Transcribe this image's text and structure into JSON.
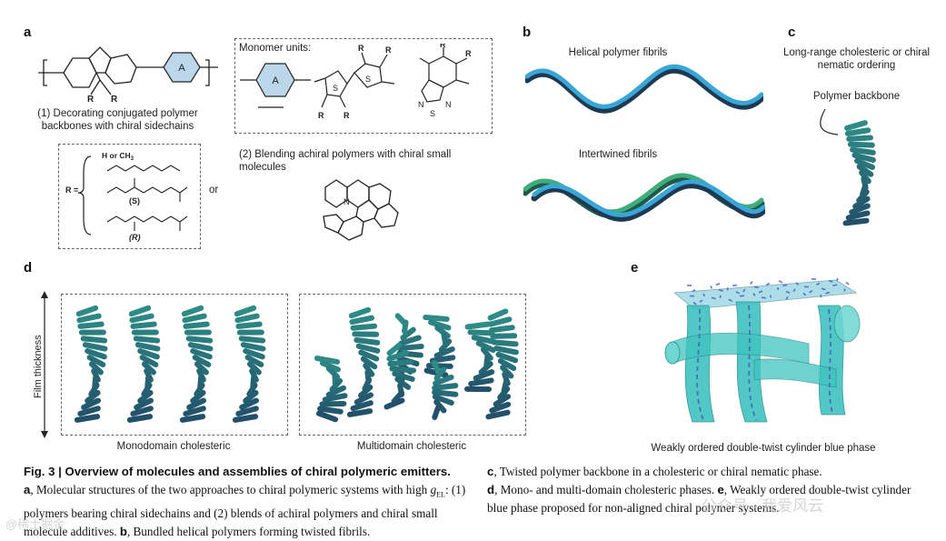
{
  "panels": {
    "a": {
      "letter": "a",
      "ring_label": "A",
      "r_left": "R",
      "r_right": "R",
      "label_1": "(1) Decorating conjugated polymer backbones with chiral sidechains",
      "monomer_title": "Monomer units:",
      "monomer_ring": "A",
      "r_sub": "R",
      "s_atom": "S",
      "n_atom": "N",
      "label_2": "(2) Blending achiral polymers with chiral small molecules",
      "r_equals": "R =",
      "h_or_ch3": "H or CH",
      "h_or_ch3_sub": "3",
      "s_label": "(S)",
      "r_label": "(R)",
      "or": "or"
    },
    "b": {
      "letter": "b",
      "title_1": "Helical polymer fibrils",
      "title_2": "Intertwined fibrils"
    },
    "c": {
      "letter": "c",
      "title": "Long-range cholesteric or chiral nematic ordering",
      "backbone": "Polymer backbone"
    },
    "d": {
      "letter": "d",
      "axis": "Film thickness",
      "mono": "Monodomain cholesteric",
      "multi": "Multidomain cholesteric"
    },
    "e": {
      "letter": "e",
      "label": "Weakly ordered double-twist cylinder blue phase"
    }
  },
  "caption": {
    "fig": "Fig. 3 | ",
    "title": "Overview of molecules and assemblies of chiral polymeric emitters.",
    "a_letter": "a",
    "a_text_1": ", Molecular structures of the two approaches to chiral polymeric systems with high ",
    "g": "g",
    "g_sub": "EL",
    "a_text_2": ": (1) polymers bearing chiral sidechains and (2) blends of achiral polymers and chiral small molecule additives. ",
    "b_letter": "b",
    "b_text": ", Bundled helical polymers forming twisted fibrils. ",
    "c_letter": "c",
    "c_text": ", Twisted polymer backbone in a cholesteric or chiral nematic phase. ",
    "d_letter": "d",
    "d_text": ", Mono- and multi-domain cholesteric phases. ",
    "e_letter": "e",
    "e_text": ", Weakly ordered double-twist cylinder blue phase proposed for non-aligned chiral polymer systems."
  },
  "watermarks": {
    "left": "@稀土掘金",
    "right": "公众号 · 我爱风云"
  },
  "colors": {
    "ring_fill": "#bcd7ea",
    "helix_blue": "#3aa6d8",
    "helix_dark": "#1d3a52",
    "helix_green": "#3fae7c",
    "rod_teal": "#2e8b86",
    "rod_dark": "#22506a",
    "cyl_teal": "#3fc3c0"
  }
}
